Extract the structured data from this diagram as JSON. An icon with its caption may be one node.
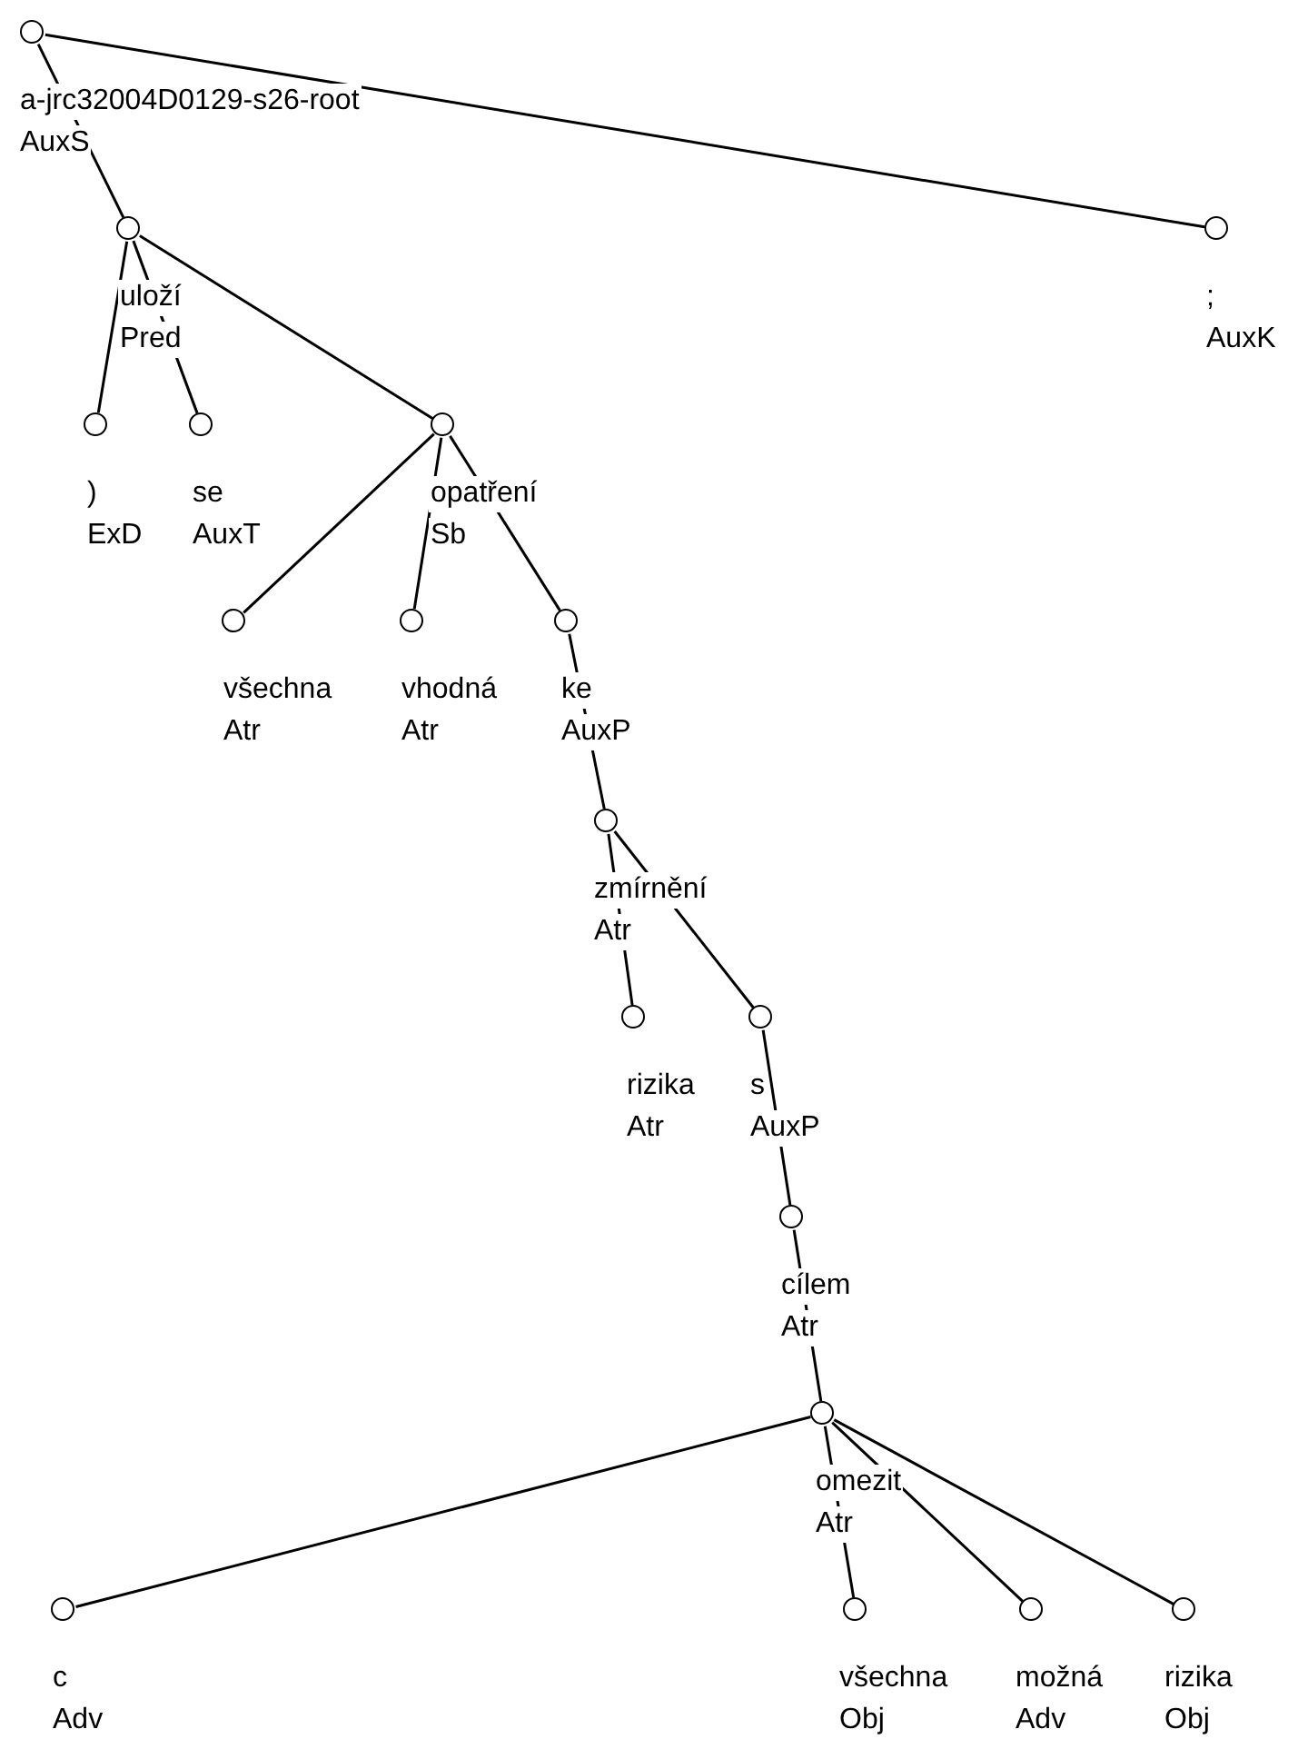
{
  "diagram": {
    "nodes": [
      {
        "text": [],
        "shape": "circle",
        "beside": [
          "a-jrc32004D0129-s26-root",
          "AuxS"
        ]
      },
      {
        "text": [],
        "shape": "circle",
        "beside": [
          "uloží",
          "Pred"
        ]
      },
      {
        "text": [],
        "shape": "circle",
        "beside": [
          ")",
          "ExD"
        ]
      },
      {
        "text": [],
        "shape": "circle",
        "beside": [
          "se",
          "AuxT"
        ]
      },
      {
        "text": [],
        "shape": "circle",
        "beside": [
          "opatření",
          "Sb"
        ]
      },
      {
        "text": [],
        "shape": "circle",
        "beside": [
          "všechna",
          "Atr"
        ]
      },
      {
        "text": [],
        "shape": "circle",
        "beside": [
          "vhodná",
          "Atr"
        ]
      },
      {
        "text": [],
        "shape": "circle",
        "beside": [
          "ke",
          "AuxP"
        ]
      },
      {
        "text": [],
        "shape": "circle",
        "beside": [
          "zmírnění",
          "Atr"
        ]
      },
      {
        "text": [],
        "shape": "circle",
        "beside": [
          "rizika",
          "Atr"
        ]
      },
      {
        "text": [],
        "shape": "circle",
        "beside": [
          "s",
          "AuxP"
        ]
      },
      {
        "text": [],
        "shape": "circle",
        "beside": [
          "cílem",
          "Atr"
        ]
      },
      {
        "text": [],
        "shape": "circle",
        "beside": [
          "omezit",
          "Atr"
        ]
      },
      {
        "text": [],
        "shape": "circle",
        "beside": [
          "c",
          "Adv"
        ]
      },
      {
        "text": [],
        "shape": "circle",
        "beside": [
          "všechna",
          "Obj"
        ]
      },
      {
        "text": [],
        "shape": "circle",
        "beside": [
          "možná",
          "Adv"
        ]
      },
      {
        "text": [],
        "shape": "circle",
        "beside": [
          "rizika",
          "Obj"
        ]
      },
      {
        "text": [],
        "shape": "circle",
        "beside": [
          ";",
          "AuxK"
        ]
      }
    ],
    "edges": [
      {
        "from": 0,
        "to": 1,
        "arrow": "none"
      },
      {
        "from": 0,
        "to": 17,
        "arrow": "none"
      },
      {
        "from": 1,
        "to": 2,
        "arrow": "none"
      },
      {
        "from": 1,
        "to": 3,
        "arrow": "none"
      },
      {
        "from": 1,
        "to": 4,
        "arrow": "none"
      },
      {
        "from": 4,
        "to": 5,
        "arrow": "none"
      },
      {
        "from": 4,
        "to": 6,
        "arrow": "none"
      },
      {
        "from": 4,
        "to": 7,
        "arrow": "none"
      },
      {
        "from": 7,
        "to": 8,
        "arrow": "none"
      },
      {
        "from": 8,
        "to": 9,
        "arrow": "none"
      },
      {
        "from": 8,
        "to": 10,
        "arrow": "none"
      },
      {
        "from": 10,
        "to": 11,
        "arrow": "none"
      },
      {
        "from": 11,
        "to": 12,
        "arrow": "none"
      },
      {
        "from": 12,
        "to": 13,
        "arrow": "none"
      },
      {
        "from": 12,
        "to": 14,
        "arrow": "none"
      },
      {
        "from": 12,
        "to": 15,
        "arrow": "none"
      },
      {
        "from": 12,
        "to": 16,
        "arrow": "none"
      }
    ]
  }
}
